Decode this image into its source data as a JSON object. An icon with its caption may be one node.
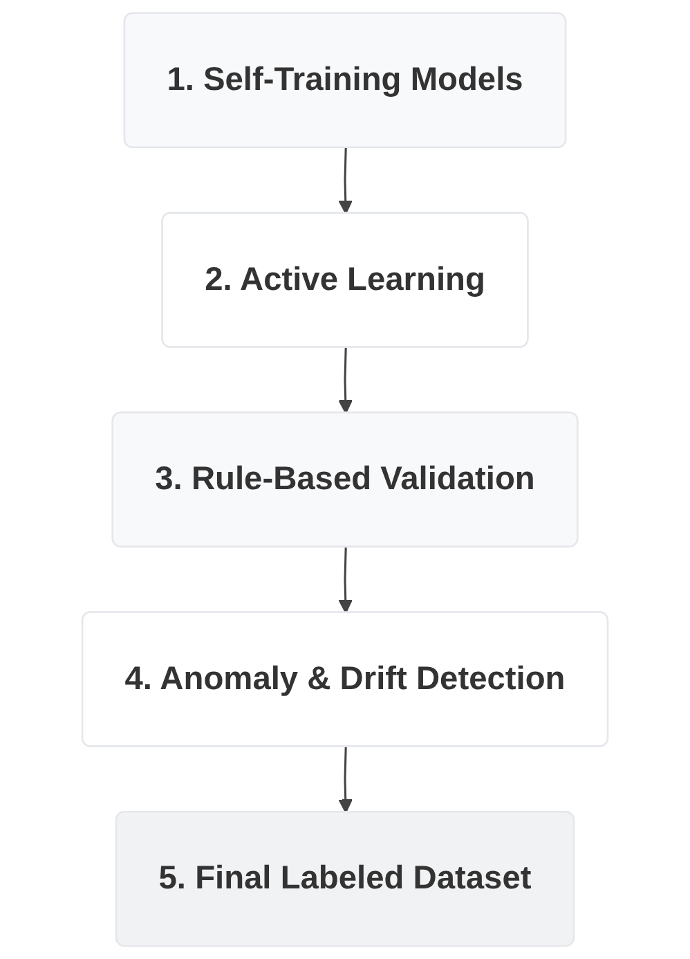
{
  "diagram": {
    "nodes": [
      {
        "text": [
          "1. Self-Training Models"
        ]
      },
      {
        "text": [
          "2. Active Learning"
        ]
      },
      {
        "text": [
          "3. Rule-Based Validation"
        ]
      },
      {
        "text": [
          "4. Anomaly & Drift Detection"
        ]
      },
      {
        "text": [
          "5. Final Labeled Dataset"
        ]
      }
    ],
    "edges": [
      {
        "from": 0,
        "to": 1,
        "arrow": "to"
      },
      {
        "from": 1,
        "to": 2,
        "arrow": "to"
      },
      {
        "from": 2,
        "to": 3,
        "arrow": "to"
      },
      {
        "from": 3,
        "to": 4,
        "arrow": "to"
      }
    ]
  }
}
